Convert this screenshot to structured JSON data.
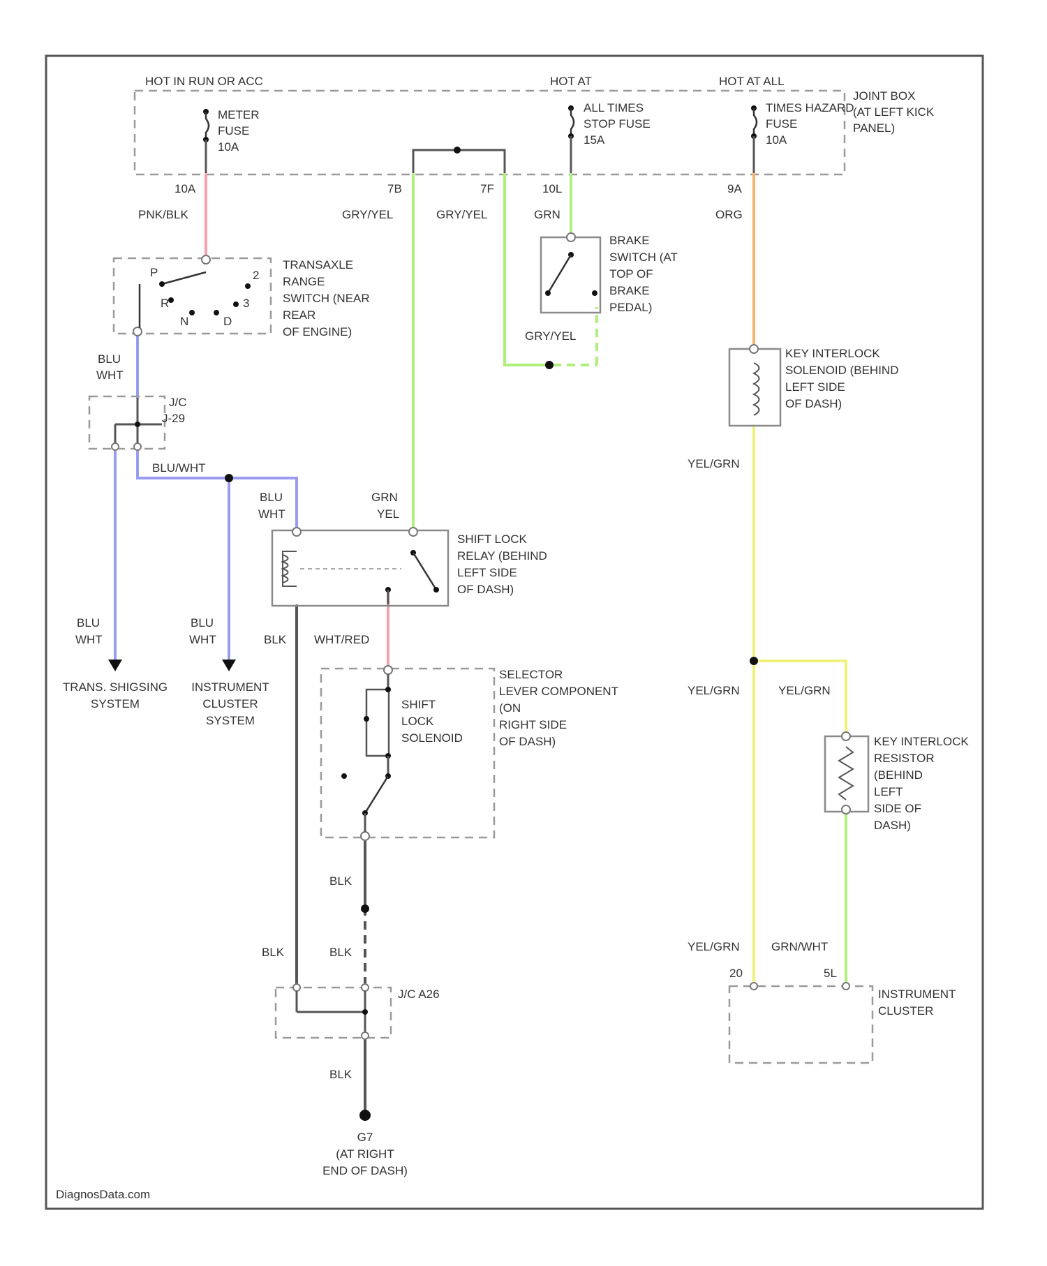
{
  "colors": {
    "pink": "#f4a0ad",
    "green": "#aef07a",
    "blue": "#9a9cf2",
    "orange": "#f5b56c",
    "yellow": "#eef27a",
    "black": "#555555"
  },
  "power": {
    "hot_run_acc": "HOT IN RUN OR ACC",
    "hot_at_1": "HOT AT",
    "hot_at_all": "HOT AT ALL",
    "meter_fuse": [
      "METER",
      "FUSE",
      "10A"
    ],
    "stop_fuse": [
      "ALL TIMES",
      "STOP FUSE",
      "15A"
    ],
    "hazard_fuse": [
      "TIMES HAZARD",
      "FUSE",
      "10A"
    ],
    "joint_box": [
      "JOINT BOX",
      "(AT LEFT KICK",
      "PANEL)"
    ]
  },
  "pins": {
    "p_10a": "10A",
    "p_7b": "7B",
    "p_7f": "7F",
    "p_10l": "10L",
    "p_9a": "9A",
    "p_20": "20",
    "p_5l": "5L"
  },
  "wires": {
    "pnk_blk": "PNK/BLK",
    "gry_yel_1": "GRY/YEL",
    "gry_yel_2": "GRY/YEL",
    "gry_yel_3": "GRY/YEL",
    "grn_1": "GRN",
    "org": "ORG",
    "blu_wht_1": [
      "BLU",
      "WHT"
    ],
    "blu_wht_2": "BLU/WHT",
    "blu_wht_3": [
      "BLU",
      "WHT"
    ],
    "blu_wht_4": [
      "BLU",
      "WHT"
    ],
    "blu_wht_5": [
      "BLU",
      "WHT"
    ],
    "grn_yel": [
      "GRN",
      "YEL"
    ],
    "yel_grn_1": "YEL/GRN",
    "yel_grn_2": "YEL/GRN",
    "yel_grn_3": "YEL/GRN",
    "yel_grn_4": "YEL/GRN",
    "grn_wht": "GRN/WHT",
    "blk_1": "BLK",
    "wht_red": "WHT/RED",
    "blk_2": "BLK",
    "blk_3": "BLK",
    "blk_4": "BLK",
    "blk_5": "BLK"
  },
  "components": {
    "transaxle": [
      "TRANSAXLE",
      "RANGE",
      "SWITCH (NEAR",
      "REAR",
      "OF ENGINE)"
    ],
    "range_positions": [
      "P",
      "R",
      "N",
      "D",
      "3",
      "2"
    ],
    "jc": [
      "J/C",
      "J-29"
    ],
    "brake": [
      "BRAKE",
      "SWITCH (AT",
      "TOP OF",
      "BRAKE",
      "PEDAL)"
    ],
    "key_solenoid": [
      "KEY INTERLOCK",
      "SOLENOID (BEHIND",
      "LEFT SIDE",
      "OF DASH)"
    ],
    "shift_relay": [
      "SHIFT LOCK",
      "RELAY (BEHIND",
      "LEFT SIDE",
      "OF DASH)"
    ],
    "trans_system": [
      "TRANS. SHIGSING",
      "SYSTEM"
    ],
    "cluster_system": [
      "INSTRUMENT",
      "CLUSTER",
      "SYSTEM"
    ],
    "selector": [
      "SELECTOR",
      "LEVER COMPONENT",
      "(ON",
      "RIGHT SIDE",
      "OF DASH)"
    ],
    "shift_solenoid": [
      "SHIFT",
      "LOCK",
      "SOLENOID"
    ],
    "key_resistor": [
      "KEY INTERLOCK",
      "RESISTOR",
      "(BEHIND",
      "LEFT",
      "SIDE OF",
      "DASH)"
    ],
    "jc_a26": "J/C A26",
    "instrument_cluster": [
      "INSTRUMENT",
      "CLUSTER"
    ],
    "ground": [
      "G7",
      "(AT RIGHT",
      "END OF DASH)"
    ]
  },
  "watermark": "DiagnosData.com"
}
